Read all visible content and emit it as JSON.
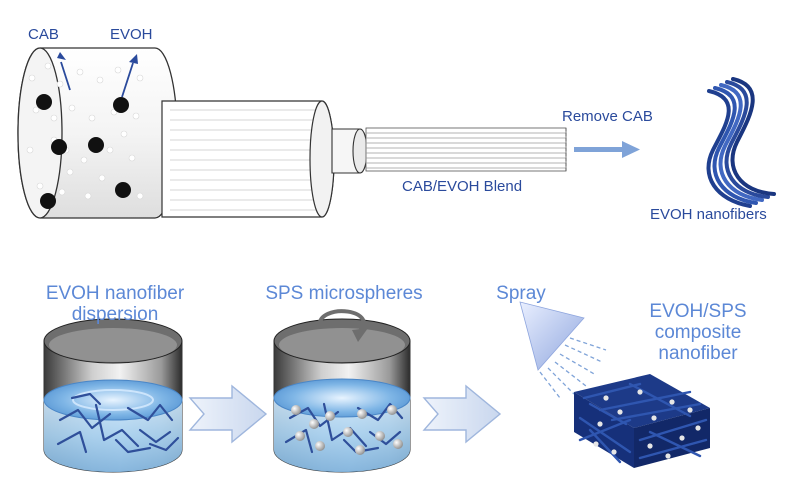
{
  "top": {
    "cab_label": "CAB",
    "evoh_label": "EVOH",
    "remove_label": "Remove CAB",
    "blend_label": "CAB/EVOH Blend",
    "nanofibers_label": "EVOH nanofibers"
  },
  "bottom": {
    "dispersion_line1": "EVOH nanofiber",
    "dispersion_line2": "dispersion",
    "sps_label": "SPS microspheres",
    "spray_label": "Spray",
    "composite_line1": "EVOH/SPS",
    "composite_line2": "composite",
    "composite_line3": "nanofiber"
  },
  "colors": {
    "text_dark": "#2a4a9c",
    "text_light": "#5c88d6",
    "fiber": "#1f3f8f",
    "arrow": "#7fa3d8",
    "liquid": "#8ec3ea"
  }
}
